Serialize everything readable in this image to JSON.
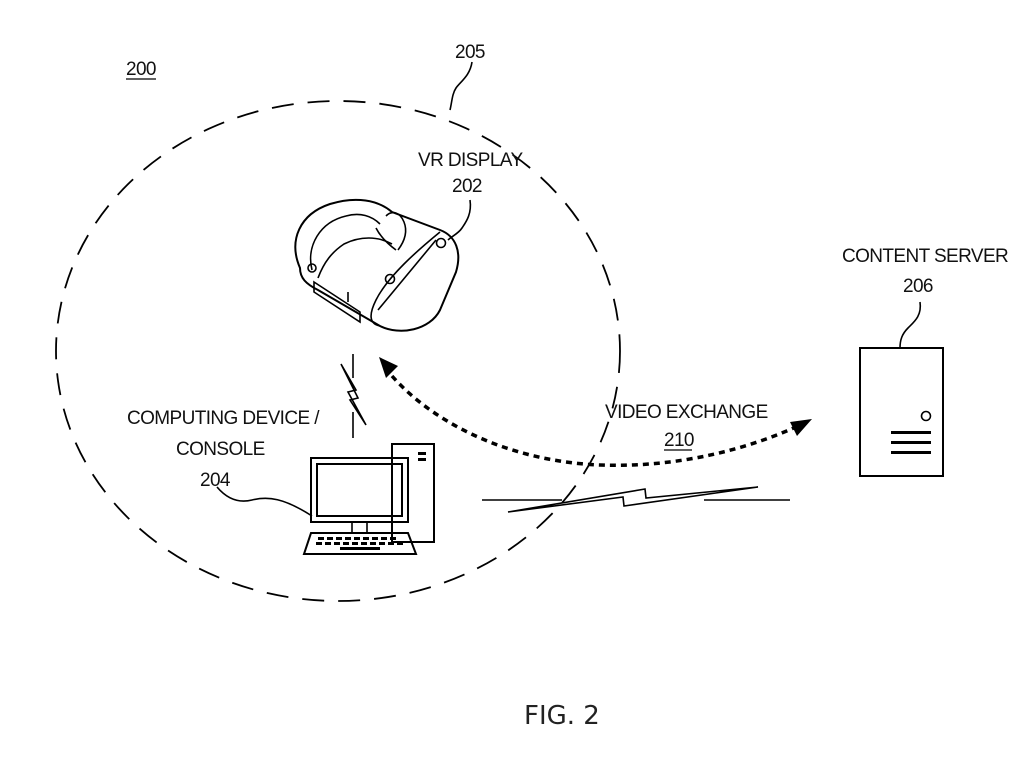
{
  "figure": {
    "caption": "FIG. 2",
    "system_ref": "200",
    "zone": {
      "ref": "205",
      "style": "dashed-circle"
    },
    "components": {
      "vr_display": {
        "label": "VR DISPLAY",
        "ref": "202",
        "icon": "vr-headset-icon"
      },
      "computing_device": {
        "label_line1": "COMPUTING DEVICE /",
        "label_line2": "CONSOLE",
        "ref": "204",
        "icon": "desktop-computer-icon"
      },
      "content_server": {
        "label": "CONTENT SERVER",
        "ref": "206",
        "icon": "server-tower-icon"
      }
    },
    "links": {
      "video_exchange": {
        "label": "VIDEO EXCHANGE",
        "ref": "210",
        "style": "dotted-bidirectional-arrow"
      },
      "wireless_local": {
        "icon": "lightning-bolt-icon"
      },
      "wireless_remote": {
        "icon": "lightning-bolt-icon"
      }
    }
  }
}
